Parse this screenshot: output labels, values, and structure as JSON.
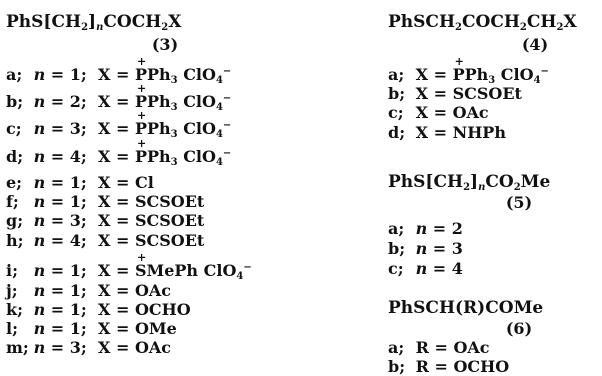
{
  "left": {
    "formula3": {
      "pre": "PhS[CH",
      "sub": "2",
      "post": "]",
      "n": "n",
      "tail": "COCH",
      "sub2": "2",
      "x": "X"
    },
    "compound_number": "(3)",
    "rows": [
      {
        "label": "a;",
        "n": "1",
        "x_text": "PPh",
        "x_sub": "3",
        "x_suffix": " ClO",
        "x_sub2": "4",
        "x_sup": "−",
        "plus": true
      },
      {
        "label": "b;",
        "n": "2",
        "x_text": "PPh",
        "x_sub": "3",
        "x_suffix": " ClO",
        "x_sub2": "4",
        "x_sup": "−",
        "plus": true
      },
      {
        "label": "c;",
        "n": "3",
        "x_text": "PPh",
        "x_sub": "3",
        "x_suffix": " ClO",
        "x_sub2": "4",
        "x_sup": "−",
        "plus": true
      },
      {
        "label": "d;",
        "n": "4",
        "x_text": "PPh",
        "x_sub": "3",
        "x_suffix": " ClO",
        "x_sub2": "4",
        "x_sup": "−",
        "plus": true
      },
      {
        "label": "e;",
        "n": "1",
        "x_text": "Cl"
      },
      {
        "label": "f;",
        "n": "1",
        "x_text": "SCSOEt"
      },
      {
        "label": "g;",
        "n": "3",
        "x_text": "SCSOEt"
      },
      {
        "label": "h;",
        "n": "4",
        "x_text": "SCSOEt"
      },
      {
        "label": "i;",
        "n": "1",
        "x_text": "SMePh",
        "x_suffix": " ClO",
        "x_sub2": "4",
        "x_sup": "−",
        "plus": true
      },
      {
        "label": "j;",
        "n": "1",
        "x_text": "OAc"
      },
      {
        "label": "k;",
        "n": "1",
        "x_text": "OCHO"
      },
      {
        "label": "l;",
        "n": "1",
        "x_text": "OMe"
      },
      {
        "label": "m;",
        "n": "3",
        "x_text": "OAc"
      }
    ]
  },
  "right": {
    "formula4": {
      "text1": "PhSCH",
      "s1": "2",
      "text2": "COCH",
      "s2": "2",
      "text3": "CH",
      "s3": "2",
      "text4": "X"
    },
    "number4": "(4)",
    "rows4": [
      {
        "label": "a;",
        "x_text": "PPh",
        "x_sub": "3",
        "x_suffix": " ClO",
        "x_sub2": "4",
        "x_sup": "−",
        "plus": true
      },
      {
        "label": "b;",
        "x_text": "SCSOEt"
      },
      {
        "label": "c;",
        "x_text": "OAc"
      },
      {
        "label": "d;",
        "x_text": "NHPh"
      }
    ],
    "formula5": {
      "text1": "PhS[CH",
      "s1": "2",
      "text2": "]",
      "n": "n",
      "text3": "CO",
      "s3": "2",
      "text4": "Me"
    },
    "number5": "(5)",
    "rows5": [
      {
        "label": "a;",
        "n": "2"
      },
      {
        "label": "b;",
        "n": "3"
      },
      {
        "label": "c;",
        "n": "4"
      }
    ],
    "formula6": "PhSCH(R)COMe",
    "number6": "(6)",
    "rows6": [
      {
        "label": "a;",
        "r": "OAc"
      },
      {
        "label": "b;",
        "r": "OCHO"
      }
    ]
  },
  "symbols": {
    "n": "n",
    "X": "X",
    "R": "R",
    "eq": "="
  }
}
